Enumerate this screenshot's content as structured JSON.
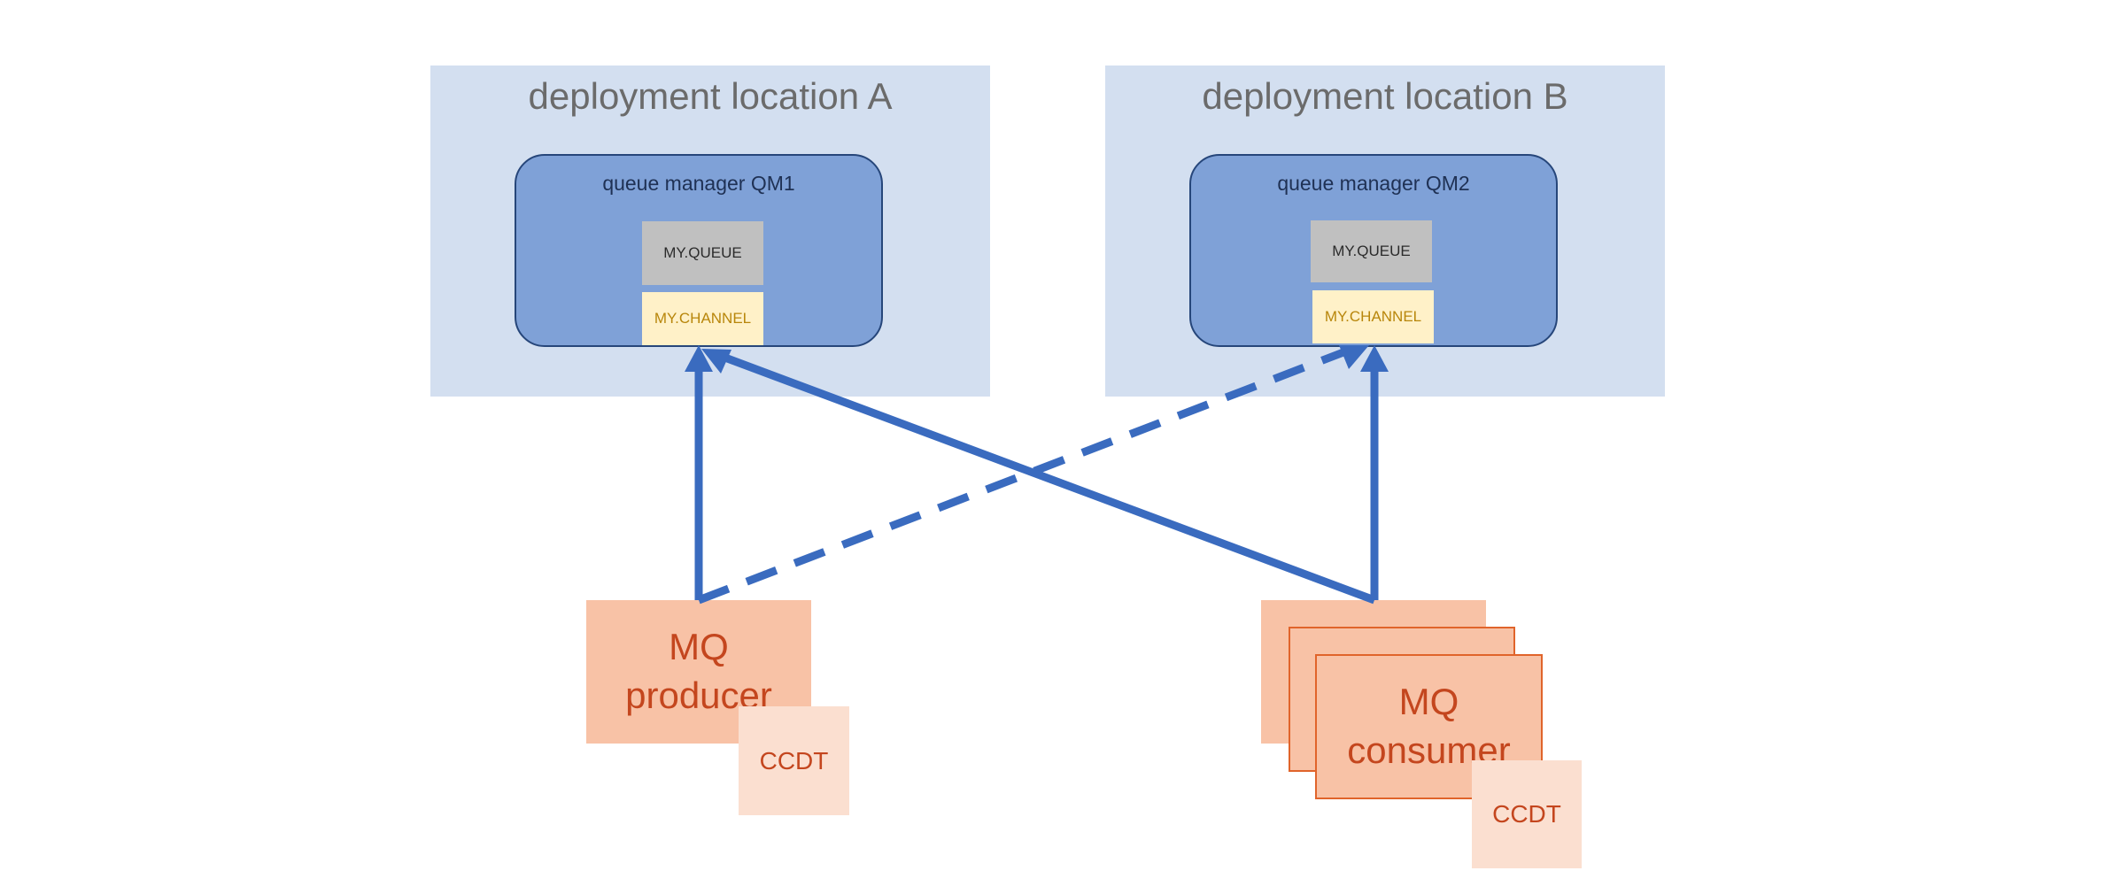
{
  "diagram": {
    "locations": [
      {
        "id": "A",
        "title": "deployment location A"
      },
      {
        "id": "B",
        "title": "deployment location B"
      }
    ],
    "queue_managers": [
      {
        "id": "QM1",
        "title": "queue manager QM1",
        "queue": "MY.QUEUE",
        "channel": "MY.CHANNEL"
      },
      {
        "id": "QM2",
        "title": "queue manager QM2",
        "queue": "MY.QUEUE",
        "channel": "MY.CHANNEL"
      }
    ],
    "producer": {
      "line1": "MQ",
      "line2": "producer",
      "ccdt": "CCDT"
    },
    "consumer": {
      "line1": "MQ",
      "line2": "consumer",
      "ccdt": "CCDT"
    },
    "colors": {
      "link": "#3a6bbf",
      "location_bg": "#d3dff0",
      "qm_bg": "#7fa1d7",
      "qm_border": "#26467a",
      "queue_bg": "#c0c0c0",
      "channel_bg": "#fff1c8",
      "app_bg": "#f8c2a6",
      "app_text": "#c4461e",
      "ccdt_bg": "#fbdfd0"
    },
    "connections": [
      {
        "from": "producer",
        "to": "QM1",
        "style": "solid"
      },
      {
        "from": "producer",
        "to": "QM2",
        "style": "dashed"
      },
      {
        "from": "consumer",
        "to": "QM1",
        "style": "solid"
      },
      {
        "from": "consumer",
        "to": "QM2",
        "style": "solid"
      }
    ]
  }
}
